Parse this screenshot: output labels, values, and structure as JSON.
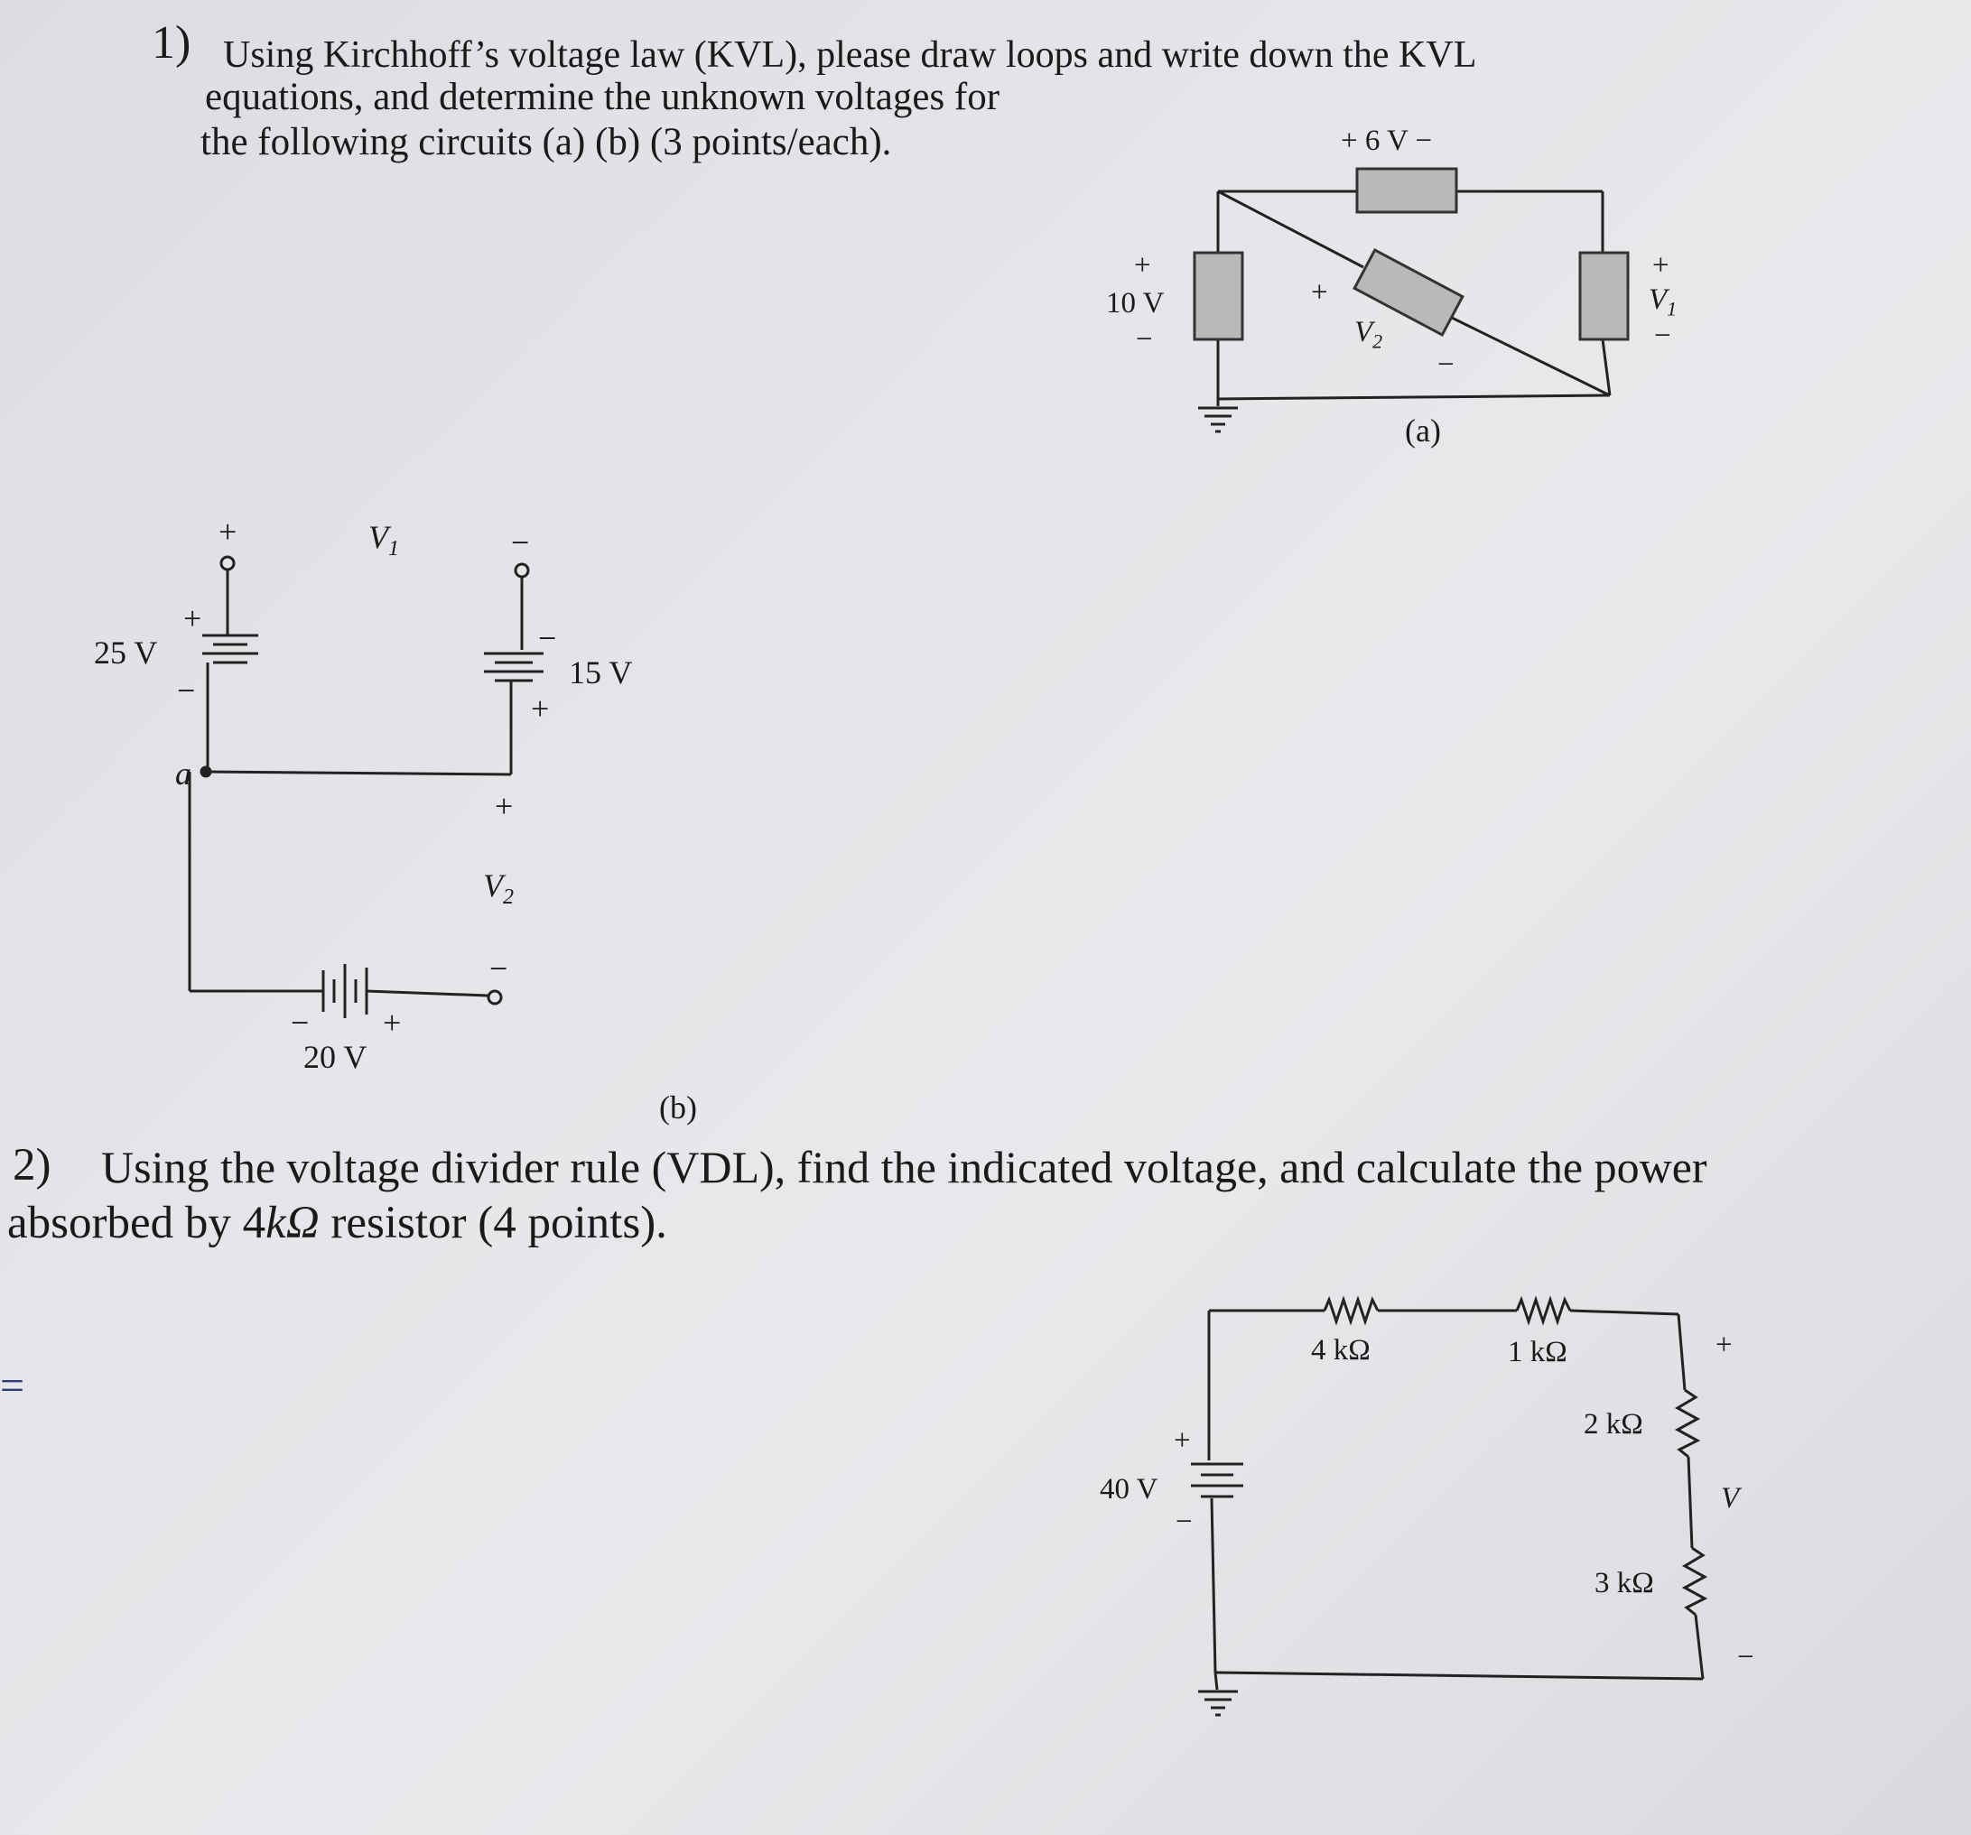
{
  "q1": {
    "number": "1)",
    "line1": "Using Kirchhoff’s voltage law (KVL), please draw loops and write down the KVL",
    "line2": "equations, and determine the unknown voltages for",
    "line3": "the following circuits (a) (b) (3 points/each)."
  },
  "circuit_a": {
    "caption": "(a)",
    "top_resistor_label": "+ 6 V −",
    "source_label": "10 V",
    "source_plus": "+",
    "source_minus": "−",
    "v2_label": "V",
    "v2_sub": "2",
    "v2_plus": "+",
    "v2_minus": "−",
    "v1_label": "V",
    "v1_sub": "1",
    "v1_plus": "+",
    "v1_minus": "−"
  },
  "circuit_b": {
    "caption": "(b)",
    "v1_label": "V",
    "v1_sub": "1",
    "v1_plus": "+",
    "v1_minus": "−",
    "battery_25_label": "25 V",
    "battery_25_plus": "+",
    "battery_25_minus": "−",
    "battery_15_label": "15 V",
    "battery_15_plus": "+",
    "battery_15_minus": "−",
    "node_a": "a",
    "v2_label": "V",
    "v2_sub": "2",
    "v2_plus": "+",
    "v2_minus": "−",
    "battery_20_label": "20 V",
    "battery_20_plus": "+",
    "battery_20_minus": "−"
  },
  "q2": {
    "number": "2)",
    "line1": "Using the voltage divider rule (VDL), find the indicated voltage, and calculate the power",
    "line2_a": "absorbed by 4",
    "line2_kohm": "kΩ",
    "line2_b": " resistor (4 points)."
  },
  "circuit_c": {
    "source_label": "40 V",
    "source_plus": "+",
    "source_minus": "−",
    "r1_label": "4 kΩ",
    "r2_label": "1 kΩ",
    "r3_label": "2 kΩ",
    "r4_label": "3 kΩ",
    "v_label": "V",
    "v_plus": "+",
    "v_minus": "−"
  },
  "margin_mark": "="
}
